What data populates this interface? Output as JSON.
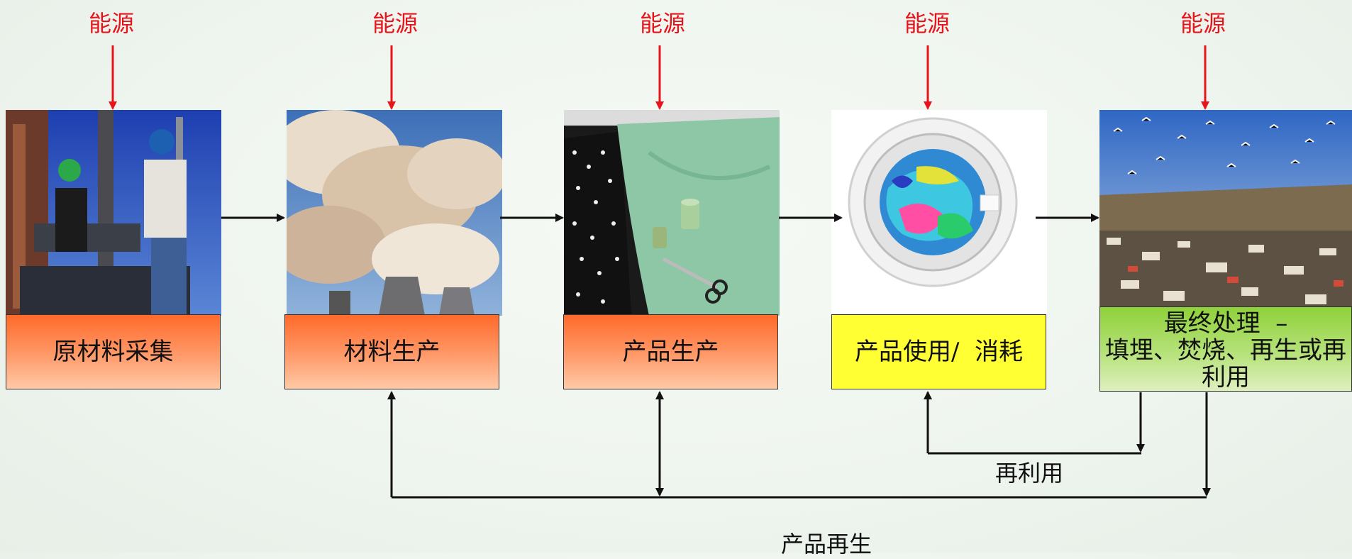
{
  "energy_label": "能源",
  "stages": [
    {
      "label": "原材料采集",
      "image": "oil-rig-workers"
    },
    {
      "label": "材料生产",
      "image": "power-plant-smoke"
    },
    {
      "label": "产品生产",
      "image": "fabric-scissors-thread"
    },
    {
      "label": "产品使用/  消耗",
      "image": "washing-machine"
    },
    {
      "label": "最终处理  –\n填埋、焚烧、再生或再利用",
      "image": "landfill-birds"
    }
  ],
  "reuse_label": "再利用",
  "recycle_label": "产品再生",
  "colors": {
    "energy_arrow": "#e8141b",
    "process_box": "#ff8c55",
    "use_box": "#ffff33",
    "disposal_box": "#a8dc5e"
  }
}
